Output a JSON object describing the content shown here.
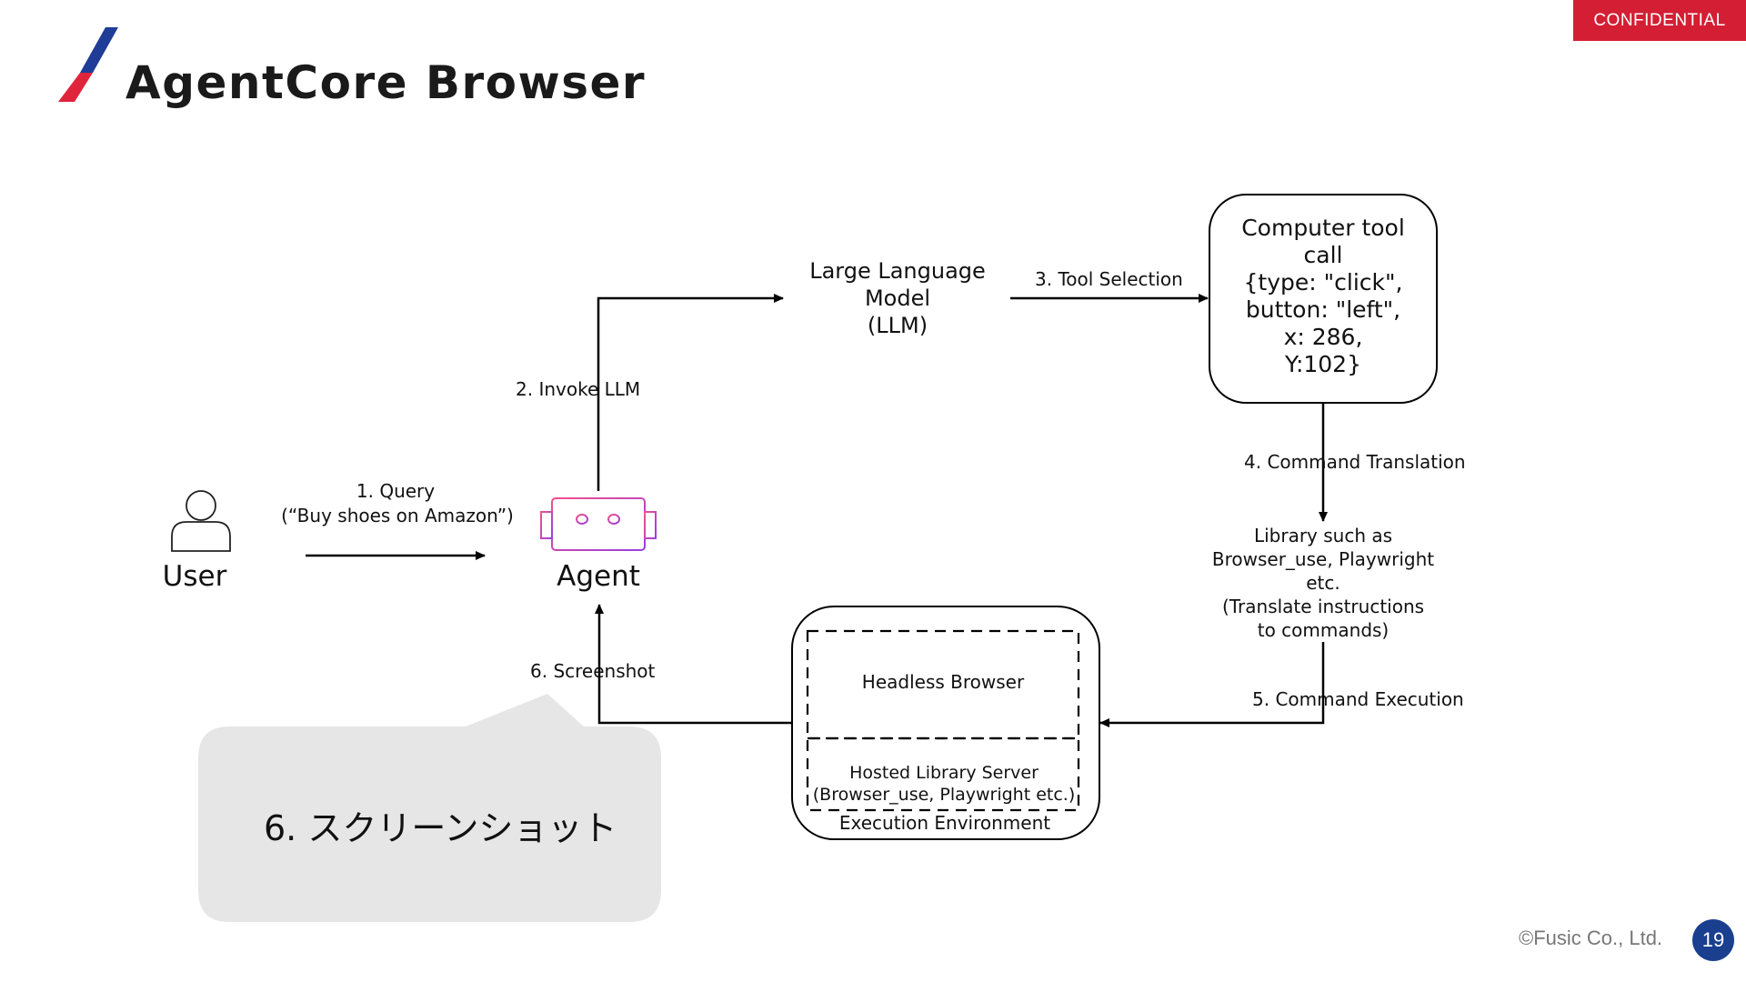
{
  "header": {
    "title": "AgentCore Browser",
    "badge": "CONFIDENTIAL"
  },
  "diagram": {
    "user_label": "User",
    "agent_label": "Agent",
    "llm_label": [
      "Large Language",
      "Model",
      "(LLM)"
    ],
    "tool_call_label": [
      "Computer tool",
      "call",
      "{type: \"click\",",
      "button: \"left\",",
      "x: 286,",
      "Y:102}"
    ],
    "library_label": [
      "Library such as",
      "Browser_use, Playwright",
      "etc.",
      "(Translate instructions",
      "to commands)"
    ],
    "headless_browser": "Headless Browser",
    "hosted_server": [
      "Hosted Library Server",
      "(Browser_use, Playwright etc.)"
    ],
    "execution_env": "Execution Environment",
    "step1": [
      "1. Query",
      "(“Buy shoes on Amazon”)"
    ],
    "step2": "2. Invoke LLM",
    "step3": "3. Tool Selection",
    "step4": "4. Command Translation",
    "step5": "5. Command Execution",
    "step6": "6. Screenshot"
  },
  "callout": {
    "text": "6. スクリーンショット"
  },
  "footer": {
    "copyright": "©Fusic Co., Ltd.",
    "page_number": "19"
  },
  "colors": {
    "brand_red": "#d41e34",
    "brand_blue": "#1a3f8f",
    "callout_bg": "#e6e6e6",
    "footer_gray": "#777777"
  }
}
